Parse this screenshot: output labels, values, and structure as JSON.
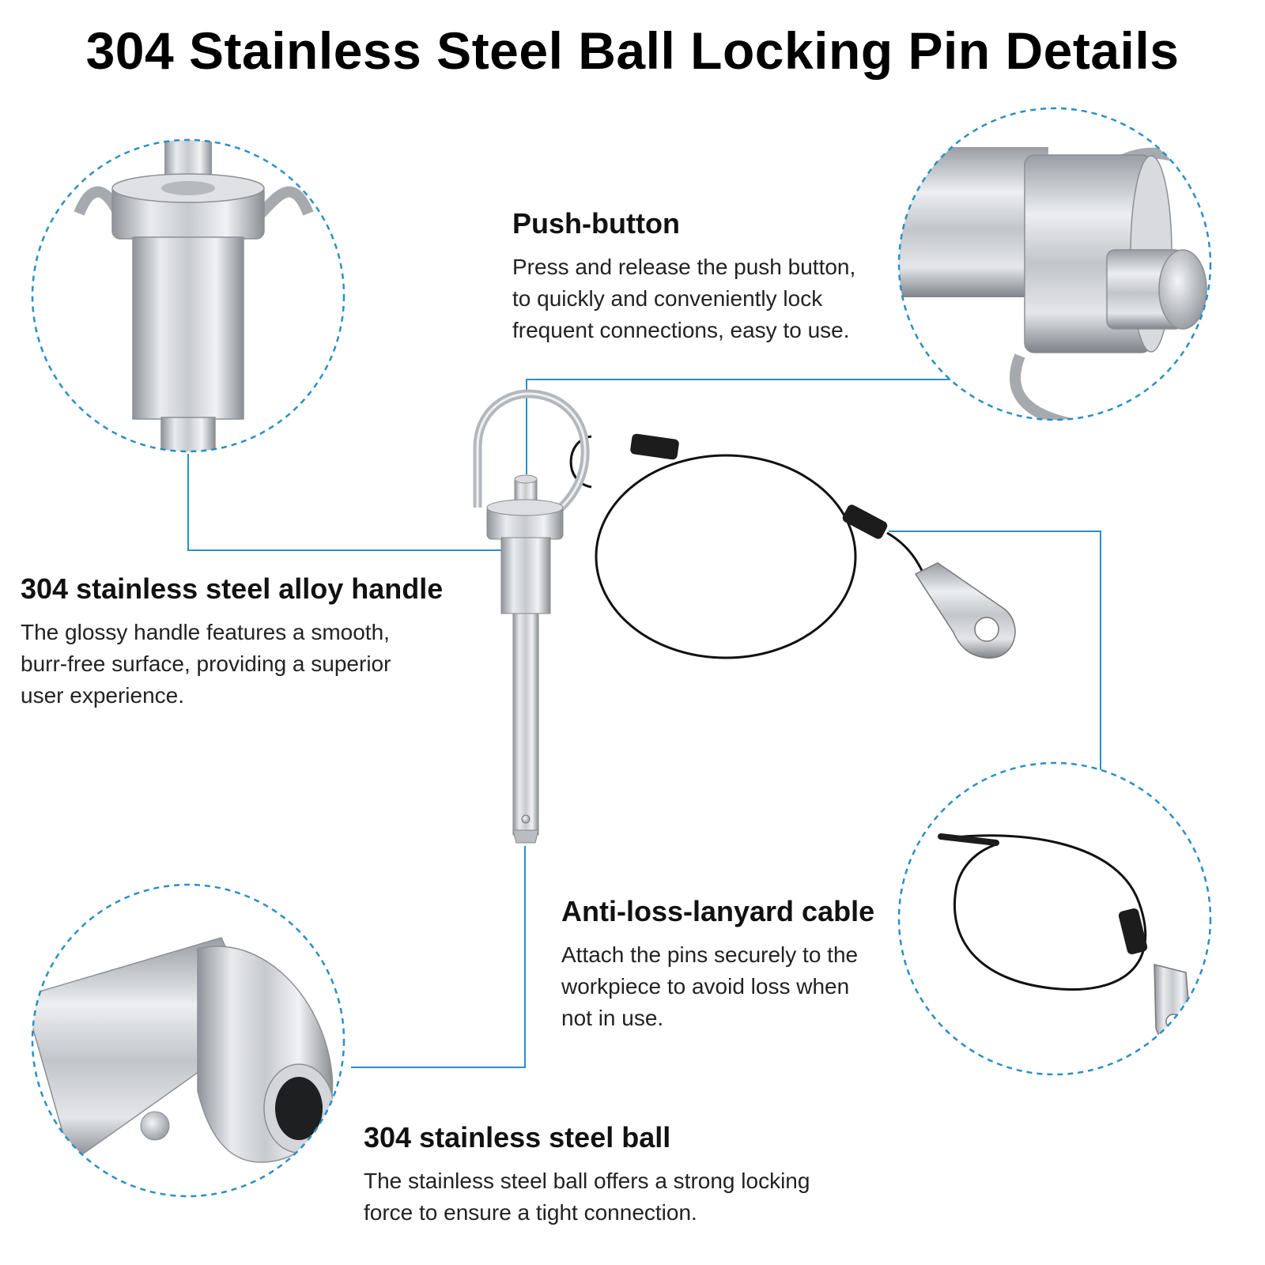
{
  "page": {
    "title": "304 Stainless Steel Ball Locking Pin Details"
  },
  "features": {
    "push_button": {
      "heading": "Push-button",
      "text": "Press and release the push button,\nto quickly and conveniently lock\nfrequent connections, easy to use."
    },
    "handle": {
      "heading": "304 stainless steel alloy handle",
      "text": "The glossy handle features a smooth,\nburr-free surface, providing a superior\nuser experience."
    },
    "cable": {
      "heading": "Anti-loss-lanyard cable",
      "text": "Attach the pins securely to the\nworkpiece to avoid loss when\nnot in use."
    },
    "ball": {
      "heading": "304 stainless steel ball",
      "text": "The stainless steel ball offers a strong locking\nforce to ensure a tight connection."
    }
  },
  "colors": {
    "callout_blue": "#2a8fc7",
    "steel": "#c8cbcf",
    "cable": "#111111"
  }
}
